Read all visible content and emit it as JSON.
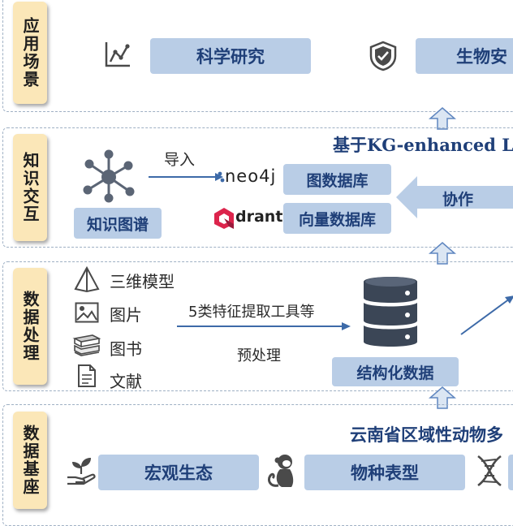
{
  "application": {
    "tag": "应用场景",
    "items": [
      {
        "label": "科学研究",
        "icon": "line-chart-icon"
      },
      {
        "label": "生物安",
        "icon": "shield-check-icon"
      }
    ]
  },
  "knowledge": {
    "tag": "知识交互",
    "heading": "基于KG-enhanced LL",
    "graph_label": "知识图谱",
    "import_label": "导入",
    "neo4j_logo": "neo4j",
    "qdrant_logo": "drant",
    "graph_db": "图数据库",
    "vector_db": "向量数据库",
    "collab": "协作"
  },
  "processing": {
    "tag": "数据处理",
    "sources": [
      {
        "label": "三维模型",
        "icon": "pyramid-icon"
      },
      {
        "label": "图片",
        "icon": "image-icon"
      },
      {
        "label": "图书",
        "icon": "books-icon"
      },
      {
        "label": "文献",
        "icon": "document-icon"
      }
    ],
    "tools_label": "5类特征提取工具等",
    "preprocess_label": "预处理",
    "structured_label": "结构化数据"
  },
  "foundation": {
    "tag": "数据基座",
    "heading": "云南省区域性动物多",
    "items": [
      {
        "label": "宏观生态",
        "icon": "plant-hand-icon"
      },
      {
        "label": "物种表型",
        "icon": "monkey-icon"
      }
    ],
    "extra_icon": "dna-icon"
  },
  "colors": {
    "box_fill": "#b9cde6",
    "box_text": "#1f3f78",
    "tag_fill": "#fbe7b8",
    "panel_border": "#9fb0c4",
    "arrow_fill": "#dbe6f3",
    "arrow_stroke": "#5f86c0"
  }
}
